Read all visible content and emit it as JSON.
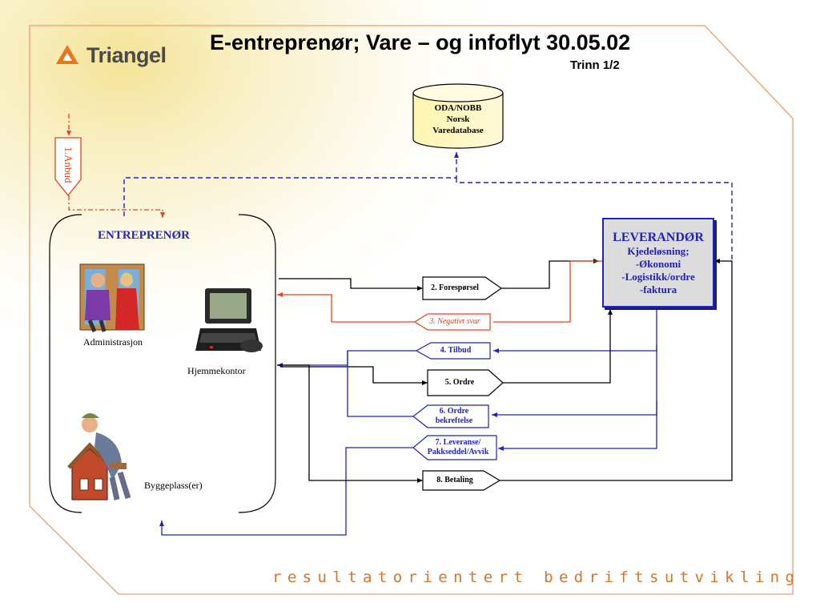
{
  "header": {
    "logo_text": "Triangel",
    "title": "E-entreprenør; Vare – og infoflyt 30.05.02",
    "subtitle": "Trinn 1/2"
  },
  "database": {
    "line1": "ODA/NOBB",
    "line2": "Norsk",
    "line3": "Varedatabase"
  },
  "anbud_label": "1.Anbud",
  "entreprenor": {
    "title": "ENTREPRENØR",
    "administrasjon": "Administrasjon",
    "hjemmekontor": "Hjemmekontor",
    "byggeplass": "Byggeplass(er)"
  },
  "leverandor": {
    "title": "LEVERANDØR",
    "line1": "Kjedeløsning;",
    "line2": "-Økonomi",
    "line3": "-Logistikk/ordre",
    "line4": "-faktura"
  },
  "flows": {
    "foresporsel": "2. Forespørsel",
    "negativt_svar": "3. Negativt svar",
    "tilbud": "4. Tilbud",
    "ordre": "5.  Ordre",
    "ordre_bekreftelse_1": "6.  Ordre",
    "ordre_bekreftelse_2": "bekreftelse",
    "leveranse_1": "7. Leveranse/",
    "leveranse_2": "Pakkseddel/Avvik",
    "betaling": "8. Betaling"
  },
  "footer": "resultatorientert bedriftsutvikling",
  "colors": {
    "black_flow": "#000000",
    "red_flow": "#e8431c",
    "blue_flow": "#2222bb",
    "frame": "#e8a070",
    "footer_text": "#d9752a",
    "logo_triangle": "#e8781c"
  },
  "icons": [
    "people-illustration",
    "laptop-illustration",
    "builder-illustration"
  ]
}
